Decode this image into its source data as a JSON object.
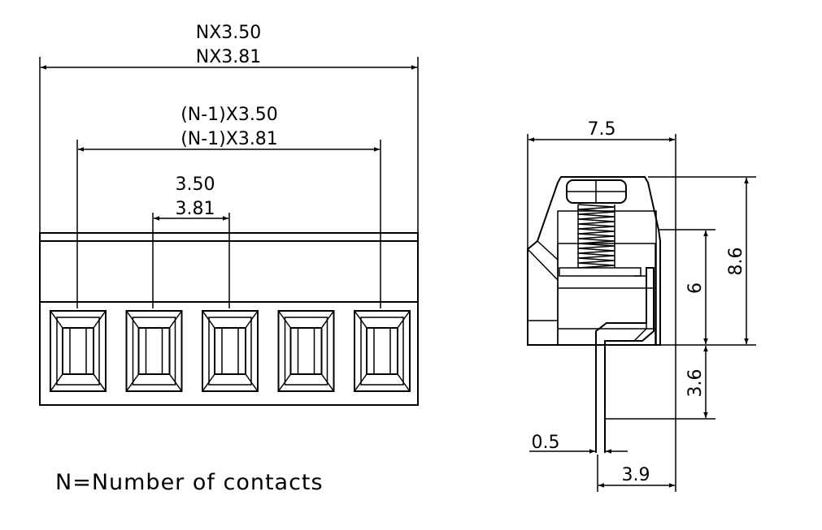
{
  "front_view": {
    "dimensions": {
      "overall_350": "NX3.50",
      "overall_381": "NX3.81",
      "span_350": "(N-1)X3.50",
      "span_381": "(N-1)X3.81",
      "pitch_350": "3.50",
      "pitch_381": "3.81"
    },
    "contact_count": 5,
    "note": "N=Number of contacts"
  },
  "side_view": {
    "dimensions": {
      "width": "7.5",
      "height": "8.6",
      "body_height": "6",
      "pin_length": "3.6",
      "pin_thickness": "0.5",
      "pin_offset": "3.9"
    }
  }
}
